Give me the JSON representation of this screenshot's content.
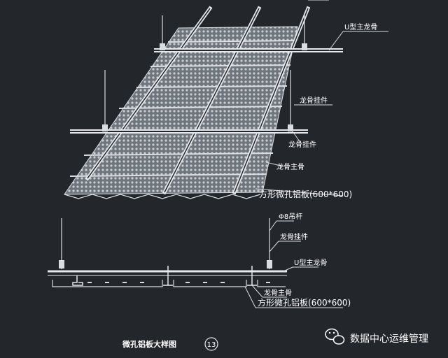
{
  "colors": {
    "background": "#23272c",
    "line": "#d9dde2",
    "panel": "#9aa0a6"
  },
  "labels": {
    "u_main_keel": "U型主龙骨",
    "keel_hanger": "龙骨挂件",
    "cross_keel": "龙骨挂件",
    "t_secondary_keel": "龙骨主骨",
    "perforated_panel_top": "方形微孔铝板(600*600)",
    "rod": "Φ8吊杆",
    "hanger_bottom": "龙骨挂件",
    "u_keel_bottom": "U型主龙骨",
    "keel_secondary_bottom": "龙骨主骨",
    "perforated_panel_bottom": "方形微孔铝板(600*600)"
  },
  "title": "微孔铝板大样图",
  "detail_number": "13",
  "watermark": {
    "icon": "wechat-icon",
    "text": "数据中心运维管理"
  }
}
